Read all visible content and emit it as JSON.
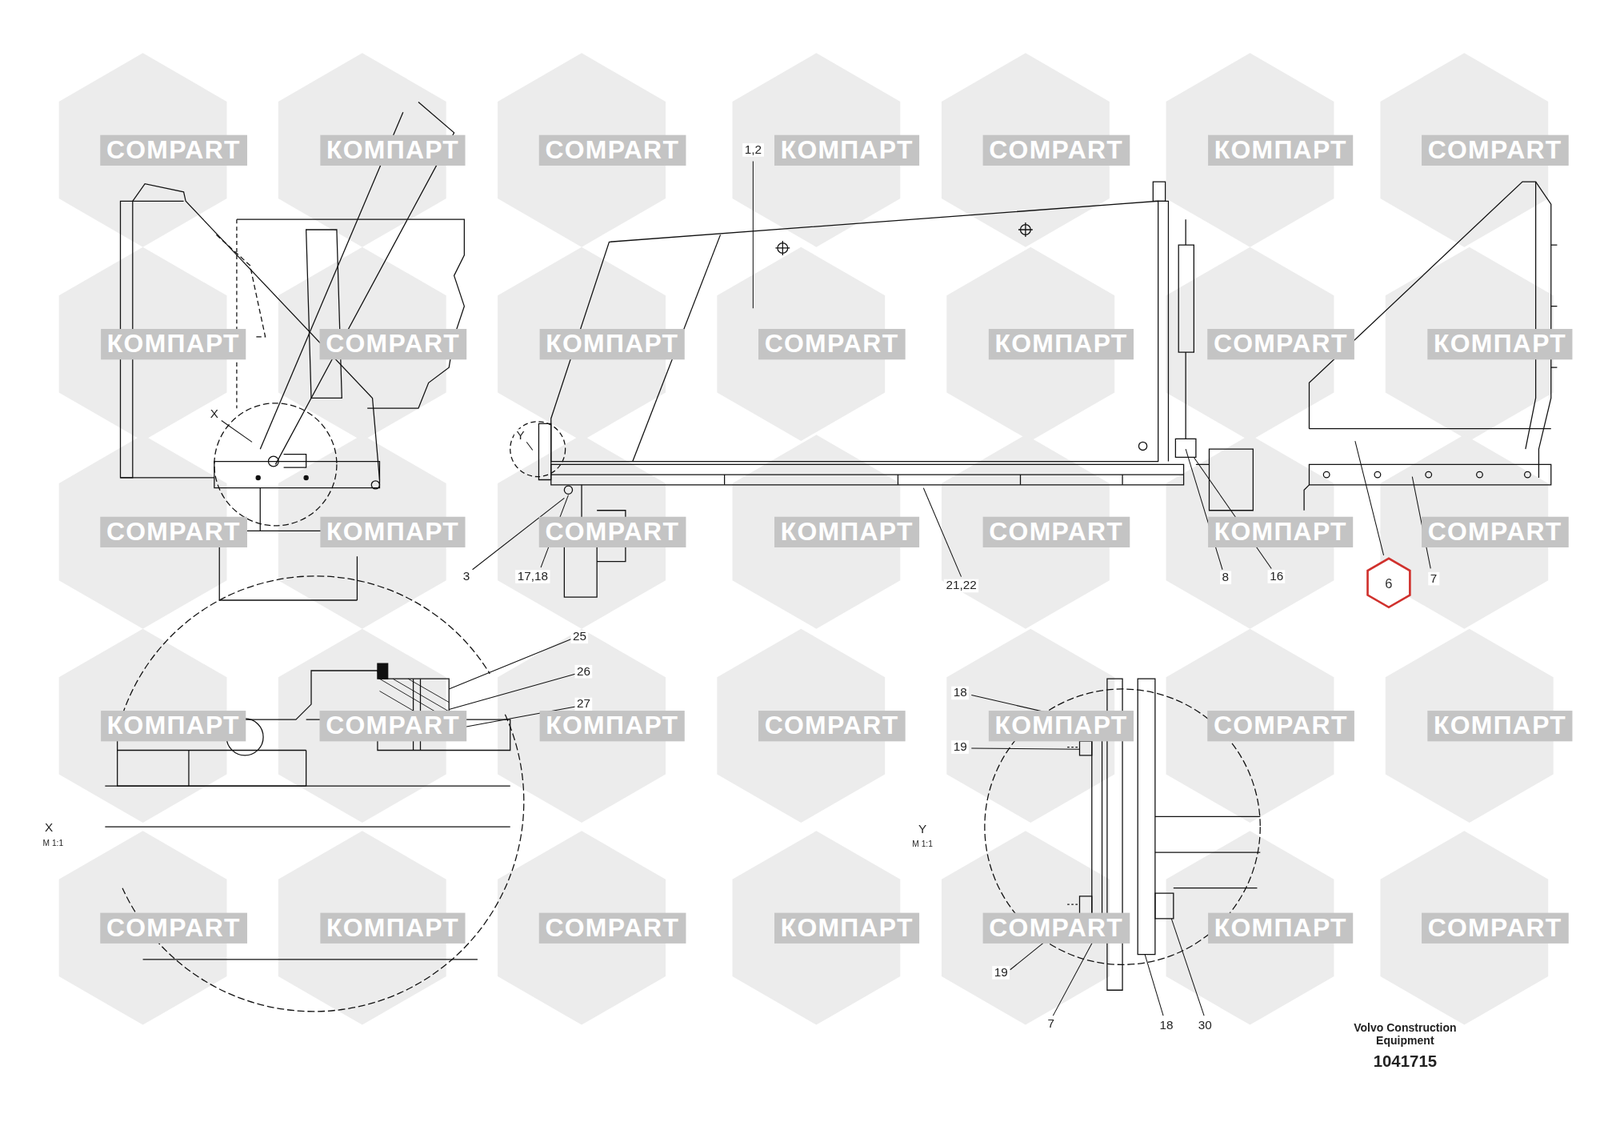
{
  "diagram": {
    "nodes": [
      {
        "text": [
          "6"
        ]
      }
    ],
    "labels": [
      "1,2",
      "X",
      "Y",
      "3",
      "17,18",
      "21,22",
      "8",
      "16",
      "7",
      "25",
      "26",
      "27",
      "X",
      "M 1:1",
      "Y",
      "M 1:1",
      "18",
      "19",
      "19",
      "7",
      "18",
      "30",
      "Volvo Construction Equipment",
      "1041715",
      "COMPART",
      "КОМПАРТ",
      "COMPART",
      "КОМПАРТ",
      "COMPART",
      "КОМПАРТ",
      "COMPART",
      "КОМПАРТ",
      "COMPART",
      "КОМПАРТ",
      "COMPART",
      "КОМПАРТ",
      "COMPART",
      "КОМПАРТ",
      "COMPART",
      "КОМПАРТ",
      "COMPART",
      "КОМПАРТ",
      "COMPART",
      "КОМПАРТ",
      "COMPART",
      "КОМПАРТ",
      "COMPART",
      "КОМПАРТ",
      "COMPART",
      "КОМПАРТ",
      "COMPART",
      "КОМПАРТ",
      "COMPART",
      "КОМПАРТ",
      "COMPART",
      "КОМПАРТ",
      "COMPART",
      "КОМПАРТ",
      "COMPART"
    ]
  }
}
